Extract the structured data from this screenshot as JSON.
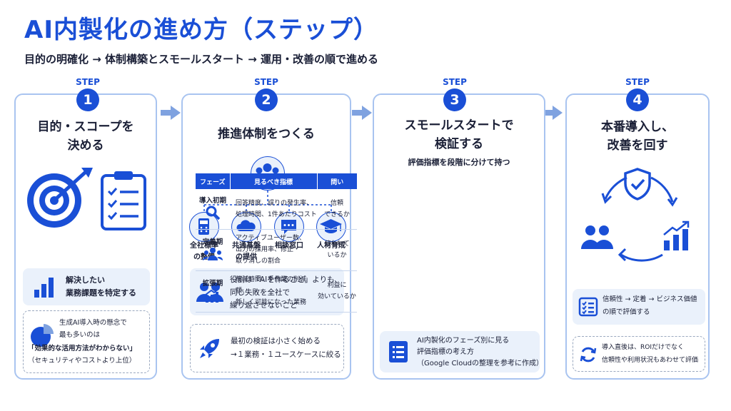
{
  "header": {
    "title": "AI内製化の進め方（ステップ）",
    "subtitle": "目的の明確化 → 体制構築とスモールスタート → 運用・改善の順で進める"
  },
  "step_word": "STEP",
  "steps": [
    {
      "num": "1",
      "title1": "目的・スコープを",
      "title2": "決める",
      "box1": {
        "line1": "解決したい",
        "line2": "業務課題を特定する"
      },
      "box2": {
        "line1": "生成AI導入時の懸念で",
        "line2": "最も多いのは",
        "line3": "「効果的な活用方法がわからない」",
        "line4": "（セキュリティやコストより上位）"
      }
    },
    {
      "num": "2",
      "title": "推進体制をつくる",
      "nodes": [
        {
          "line1": "全社標準",
          "line2": "の整備"
        },
        {
          "line1": "共通基盤",
          "line2": "の提供"
        },
        {
          "line1": "相談窓口",
          "line2": ""
        },
        {
          "line1": "人材育成",
          "line2": ""
        }
      ],
      "box1": {
        "line1": "役割は「AIを作ること」よりも、",
        "line2": "同じ失敗を全社で",
        "line3": "繰り返させないこと"
      },
      "box2": {
        "line1": "最初の検証は小さく始める",
        "line2": "→１業務・１ユースケースに絞る"
      }
    },
    {
      "num": "3",
      "title1": "スモールスタートで",
      "title2": "検証する",
      "caption": "評価指標を段階に分けて持つ",
      "table": {
        "headers": [
          "フェーズ",
          "見るべき指標",
          "問い"
        ],
        "rows": [
          {
            "phase": "導入初期",
            "metric1": "回答精度、誤りの発生率、",
            "metric2": "処理時間、1件あたりコスト",
            "metric3": "",
            "q1": "信頼",
            "q2": "できるか"
          },
          {
            "phase": "定着期",
            "metric1": "アクティブユーザー数、",
            "metric2": "出力の採用率、修正・",
            "metric3": "取り消しの割合",
            "q1": "使われて",
            "q2": "いるか"
          },
          {
            "phase": "拡張期",
            "metric1": "削減時間、手作業の削減額、",
            "metric2": "新しく可能になった業務",
            "metric3": "",
            "q1": "利益に",
            "q2": "効いているか"
          }
        ]
      },
      "box": {
        "line1": "AI内製化のフェーズ別に見る",
        "line2": "評価指標の考え方",
        "line3": "（Google Cloudの整理を参考に作成）"
      }
    },
    {
      "num": "4",
      "title1": "本番導入し、",
      "title2": "改善を回す",
      "box1": {
        "line1": "信頼性 → 定着 → ビジネス価値",
        "line2": "の順で評価する"
      },
      "box2": {
        "line1": "導入直後は、ROIだけでなく",
        "line2": "信頼性や利用状況もあわせて評価"
      }
    }
  ],
  "colors": {
    "accent": "#1a4fd6",
    "border": "#a9c4f0",
    "panel": "#eaf1fb"
  }
}
